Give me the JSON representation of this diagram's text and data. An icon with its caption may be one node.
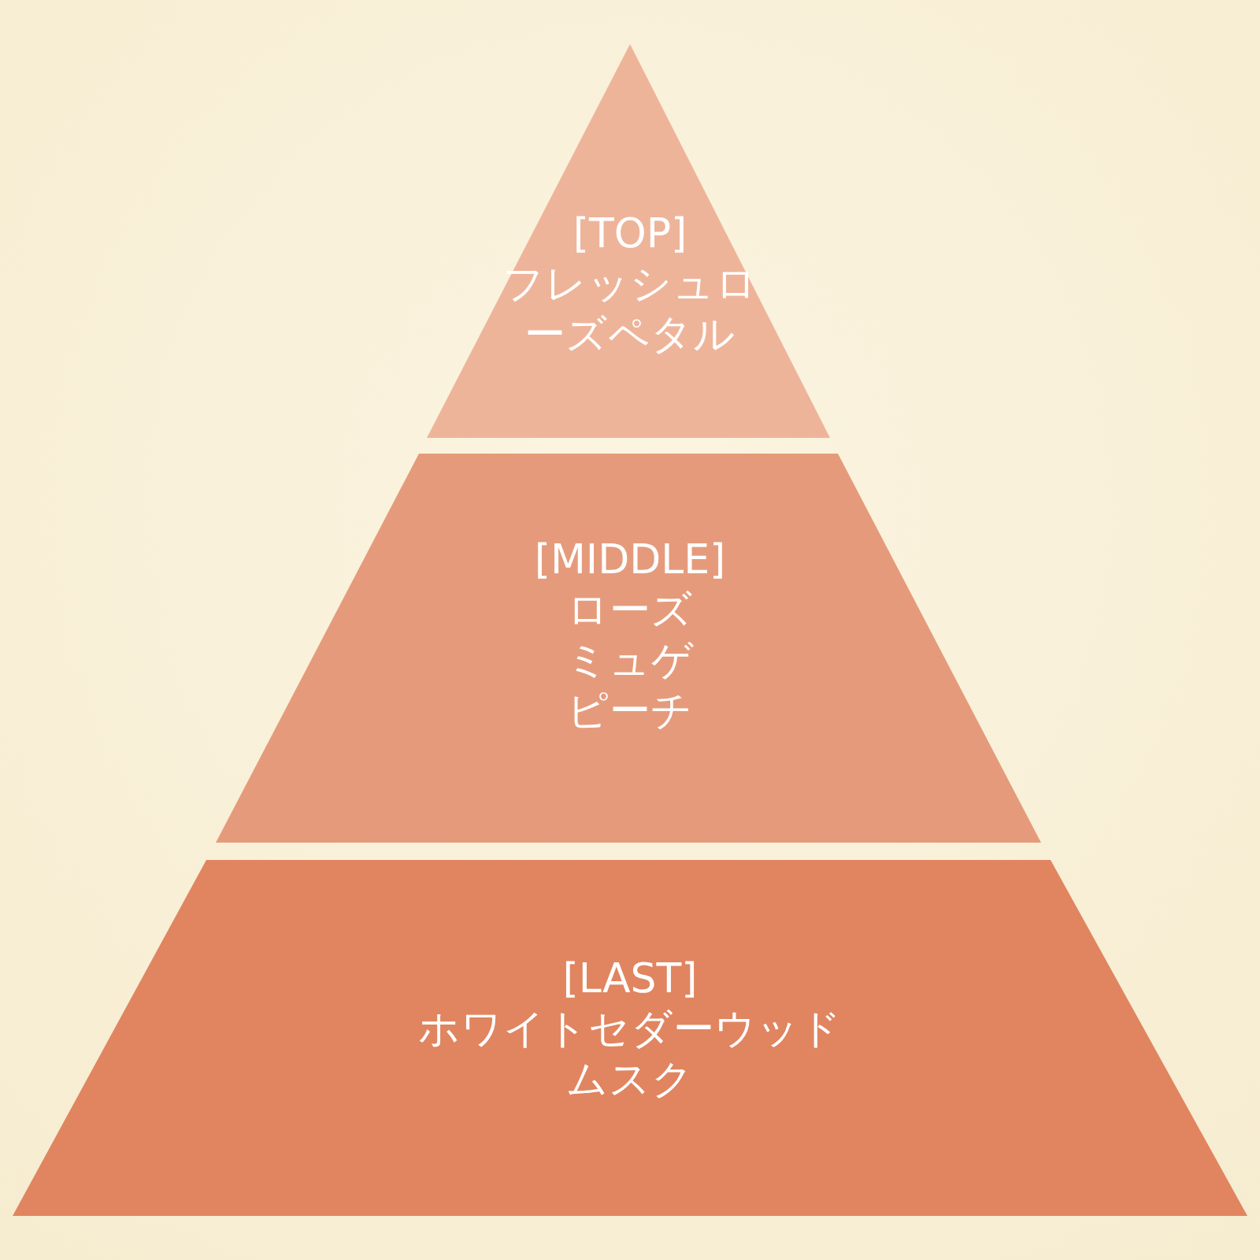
{
  "diagram": {
    "nodes": [
      {
        "text": [
          "[TOP]",
          "フレッシュローズペタル"
        ]
      },
      {
        "text": [
          "[MIDDLE]",
          "ローズ",
          "ミュゲ",
          "ピーチ"
        ]
      },
      {
        "text": [
          "[LAST]",
          "ホワイトセダーウッド",
          "ムスク"
        ]
      }
    ]
  }
}
